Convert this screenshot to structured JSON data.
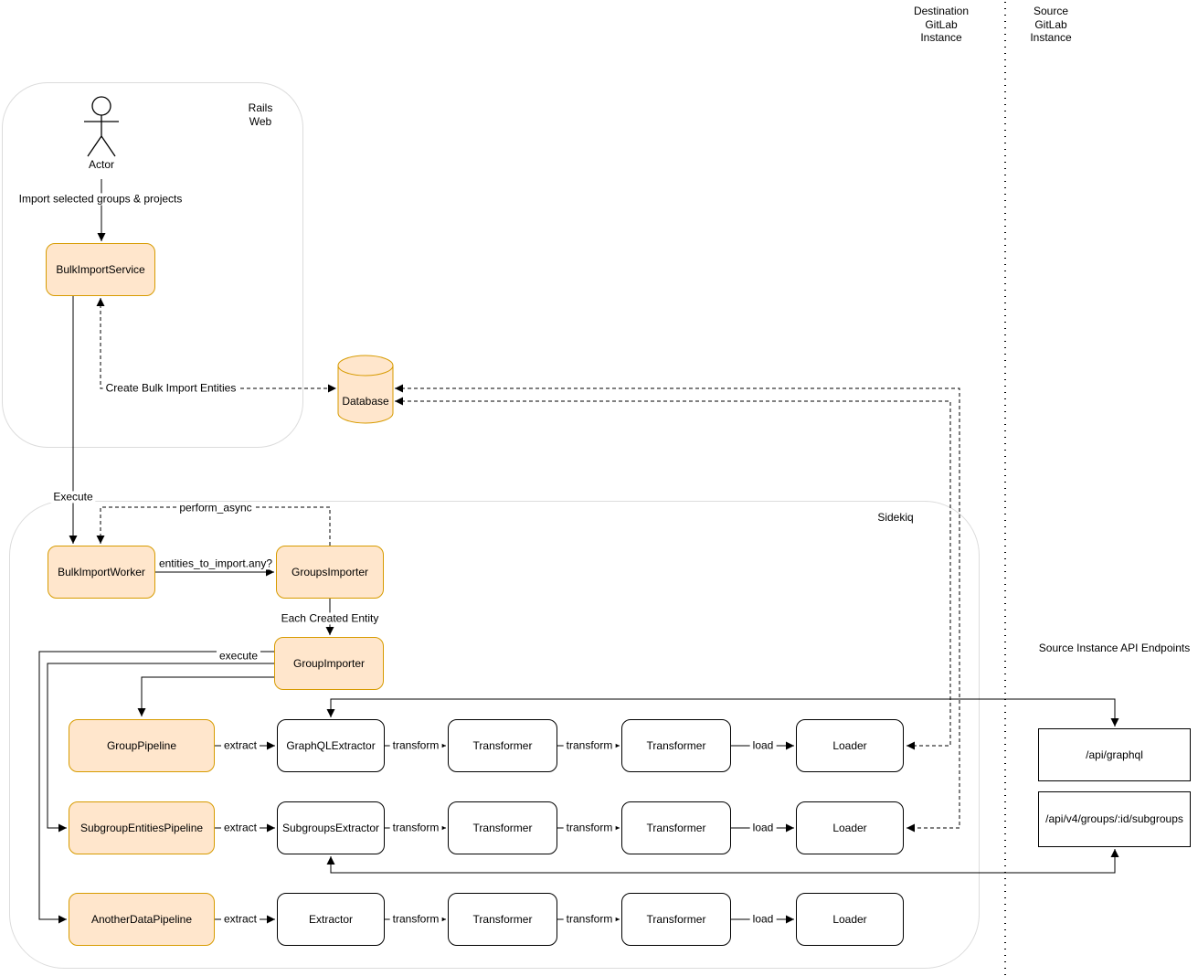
{
  "diagram": {
    "lanes": {
      "destination_label": "Destination\nGitLab\nInstance",
      "source_label": "Source\nGitLab\nInstance"
    },
    "containers": {
      "rails_web": "Rails\nWeb",
      "sidekiq": "Sidekiq"
    },
    "actor": {
      "label": "Actor"
    },
    "nodes": {
      "bulk_import_service": "BulkImportService",
      "database": "Database",
      "bulk_import_worker": "BulkImportWorker",
      "groups_importer": "GroupsImporter",
      "group_importer": "GroupImporter"
    },
    "edges": {
      "import_selected": "Import selected groups & projects",
      "create_entities": "Create Bulk Import Entities",
      "execute": "Execute",
      "perform_async": "perform_async",
      "entities_any": "entities_to_import.any?",
      "each_created_entity": "Each Created Entity",
      "group_execute": "execute",
      "extract": "extract",
      "transform": "transform",
      "load": "load"
    },
    "rows": [
      {
        "pipeline": "GroupPipeline",
        "extractor": "GraphQLExtractor",
        "transformer1": "Transformer",
        "transformer2": "Transformer",
        "loader": "Loader"
      },
      {
        "pipeline": "SubgroupEntitiesPipeline",
        "extractor": "SubgroupsExtractor",
        "transformer1": "Transformer",
        "transformer2": "Transformer",
        "loader": "Loader"
      },
      {
        "pipeline": "AnotherDataPipeline",
        "extractor": "Extractor",
        "transformer1": "Transformer",
        "transformer2": "Transformer",
        "loader": "Loader"
      }
    ],
    "endpoints": {
      "title": "Source Instance API Endpoints",
      "graphql": "/api/graphql",
      "subgroups": "/api/v4/groups/:id/subgroups"
    },
    "colors": {
      "highlight_fill": "#FFE6CC",
      "highlight_stroke": "#D79B00",
      "container_stroke": "#DCDCDC",
      "line_color": "#000000"
    }
  }
}
